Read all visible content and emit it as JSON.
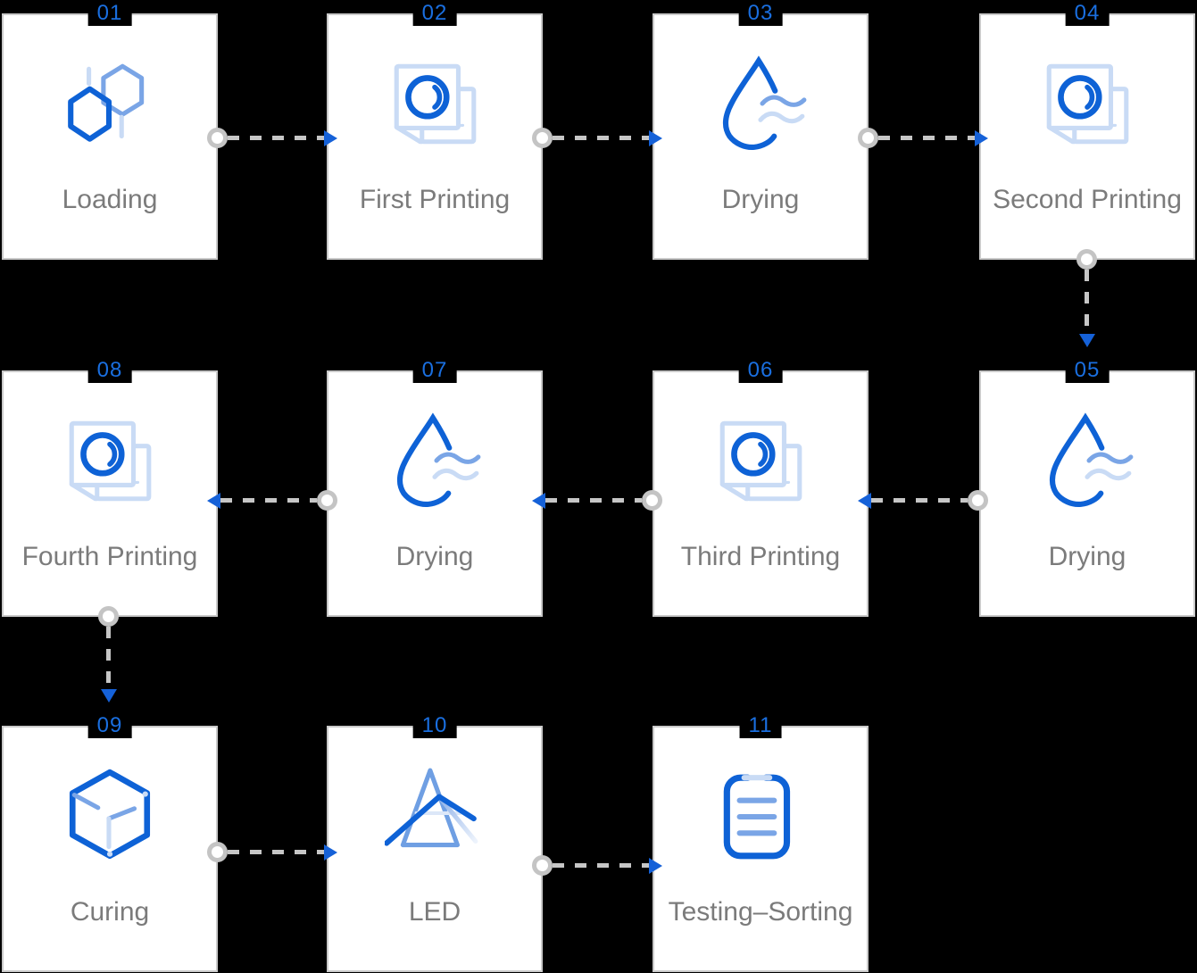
{
  "diagram_type": "process-flow",
  "background_color": "#000000",
  "colors": {
    "card_background": "#ffffff",
    "card_border": "#c9c9c9",
    "step_number_blue": "#1a6fe0",
    "label_gray": "#7b7b7b",
    "icon_dark_blue": "#0e62d6",
    "icon_medium_blue": "#7aa5e6",
    "icon_light_blue": "#c9dbf5",
    "connector_gray": "#c6c6c6",
    "arrowhead_blue": "#1561d8"
  },
  "steps": [
    {
      "number": "01",
      "label": "Loading",
      "icon": "hexagons-icon"
    },
    {
      "number": "02",
      "label": "First Printing",
      "icon": "printing-icon"
    },
    {
      "number": "03",
      "label": "Drying",
      "icon": "water-drop-icon"
    },
    {
      "number": "04",
      "label": "Second Printing",
      "icon": "printing-icon"
    },
    {
      "number": "05",
      "label": "Drying",
      "icon": "water-drop-icon"
    },
    {
      "number": "06",
      "label": "Third Printing",
      "icon": "printing-icon"
    },
    {
      "number": "07",
      "label": "Drying",
      "icon": "water-drop-icon"
    },
    {
      "number": "08",
      "label": "Fourth Printing",
      "icon": "printing-icon"
    },
    {
      "number": "09",
      "label": "Curing",
      "icon": "cube-icon"
    },
    {
      "number": "10",
      "label": "LED",
      "icon": "prism-icon"
    },
    {
      "number": "11",
      "label": "Testing–Sorting",
      "icon": "clipboard-icon"
    }
  ],
  "flow": [
    "01→02",
    "02→03",
    "03→04",
    "04→05",
    "05→06",
    "06→07",
    "07→08",
    "08→09",
    "09→10",
    "10→11"
  ]
}
